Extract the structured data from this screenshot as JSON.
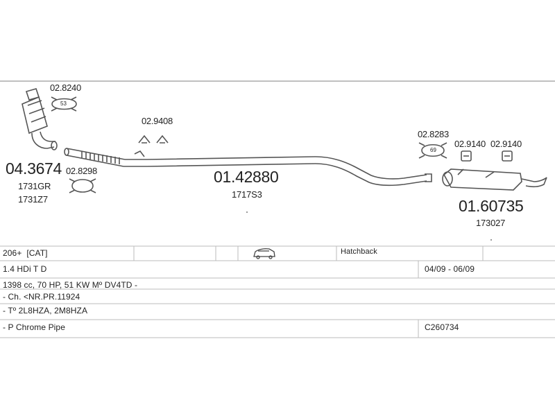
{
  "diagram": {
    "parts": [
      {
        "number": "02.8240",
        "ref": "53"
      },
      {
        "number": "04.3674",
        "refs": [
          "1731GR",
          "1731Z7"
        ]
      },
      {
        "number": "02.8298"
      },
      {
        "number": "02.9408"
      },
      {
        "number": "01.42880",
        "refs": [
          "1717S3"
        ]
      },
      {
        "number": "02.8283",
        "ref": "69"
      },
      {
        "number": "02.9140"
      },
      {
        "number": "02.9140"
      },
      {
        "number": "01.60735",
        "refs": [
          "173027"
        ]
      }
    ]
  },
  "table": {
    "model": "206+",
    "model_tag": "[CAT]",
    "body_icon": "car-icon",
    "body_type": "Hatchback",
    "engine": "1.4 HDi T D",
    "years": "04/09 - 06/09",
    "spec": "1398 cc, 70 HP, 51 KW Mº DV4TD -",
    "chassis": "- Ch. <NR.PR.11924",
    "type_codes": "- Tº 2L8HZA, 2M8HZA",
    "pipe": "- P Chrome Pipe",
    "pipe_code": "C260734"
  },
  "colors": {
    "line": "#555555",
    "grid": "#bbbbbb"
  }
}
